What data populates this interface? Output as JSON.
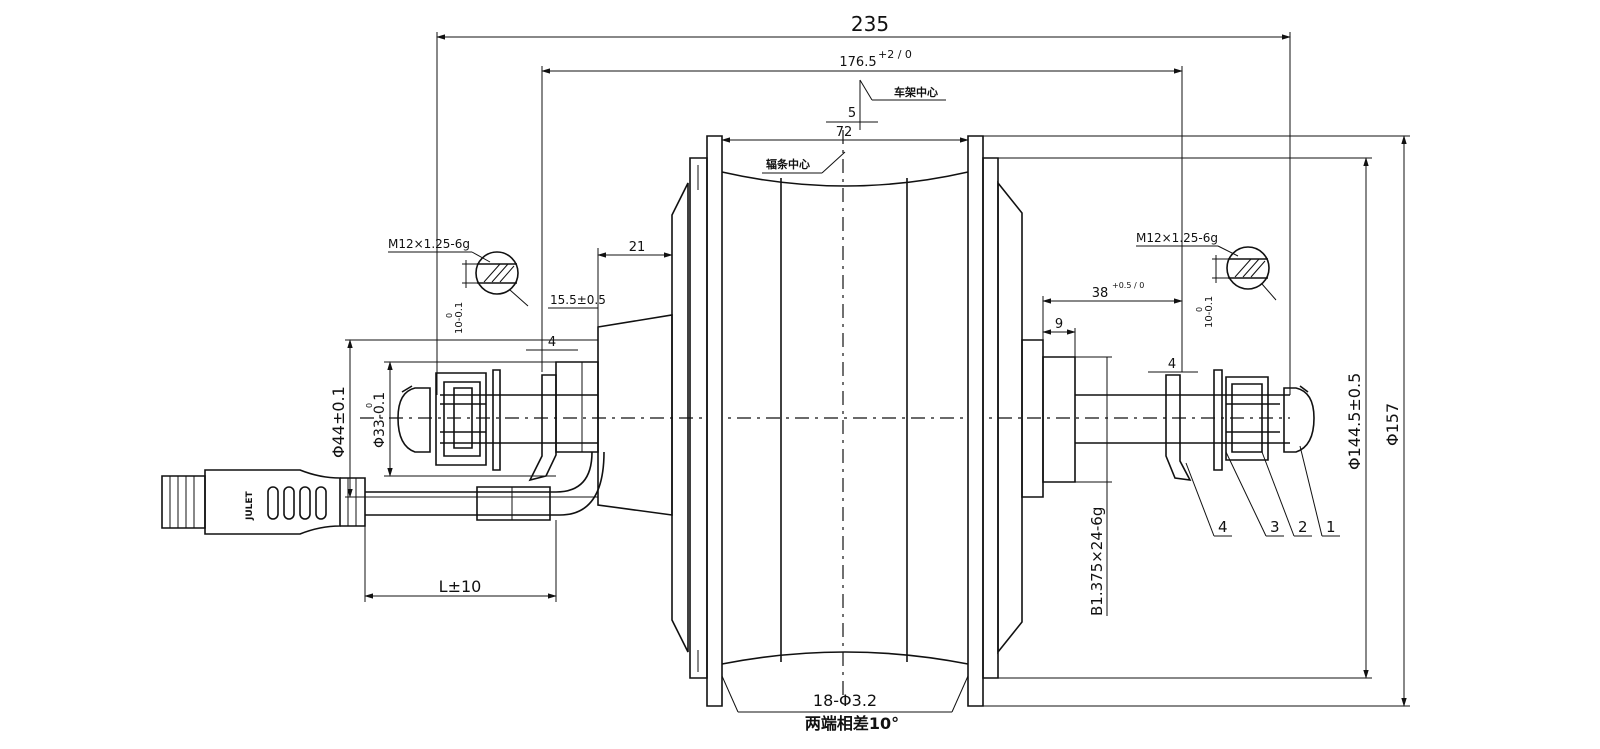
{
  "dimensions": {
    "overall_width": "235",
    "flange_spacing": "176.5",
    "flange_spacing_tol": "+2 / 0",
    "center_offset": "5",
    "hub_half": "72",
    "spoke_center_label": "辐条中心",
    "frame_center_label": "车架中心",
    "thread_left": "M12×1.25-6g",
    "thread_right": "M12×1.25-6g",
    "flat_left": "10-0.1",
    "flat_right": "10-0.1",
    "flat_tol": "0",
    "boss_21": "21",
    "boss_15_5": "15.5±0.5",
    "washer_4_left": "4",
    "washer_4_right": "4",
    "dia_44": "Φ44±0.1",
    "dia_33": "Φ33-0.1",
    "dia_33_tol": "0",
    "cable_length": "L±10",
    "freewheel_38": "38",
    "freewheel_38_tol": "+0.5 / 0",
    "freewheel_9": "9",
    "thread_freewheel": "B1.375×24-6g",
    "dia_144_5": "Φ144.5±0.5",
    "dia_157": "Φ157",
    "spoke_holes": "18-Φ3.2",
    "spoke_offset_note": "两端相差10°"
  },
  "part_numbers": [
    "1",
    "2",
    "3",
    "4"
  ],
  "connector_label": "JULET"
}
